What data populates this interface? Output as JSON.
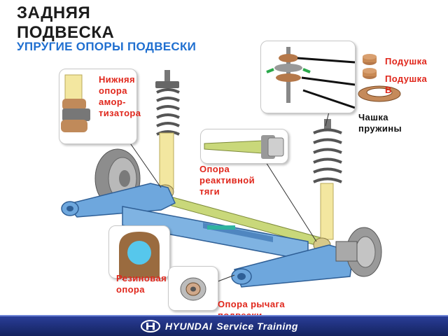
{
  "title": "ЗАДНЯЯ ПОДВЕСКА",
  "subtitle": "УПРУГИЕ ОПОРЫ ПОДВЕСКИ",
  "labels": {
    "lower_shock_mount": "Нижняя опора амор-тизатора",
    "trailing_link_mount": "Опора реактивной тяги",
    "rubber_mount": "Резиновая опора",
    "control_arm_mount": "Опора рычага подвески",
    "cushion_a": "Подушка",
    "cushion_b": "Подушка B",
    "spring_cup": "Чашка пружины"
  },
  "footer": {
    "brand": "HYUNDAI",
    "tagline": "Service Training"
  },
  "colors": {
    "accent_red": "#e0261b",
    "subtitle_blue": "#1f6fd0",
    "arm_blue": "#6ea7dd",
    "rod_yellow": "#f3e7a0",
    "footer_navy": "#1f2f7a"
  },
  "icons": [
    "hyundai-logo-icon"
  ]
}
